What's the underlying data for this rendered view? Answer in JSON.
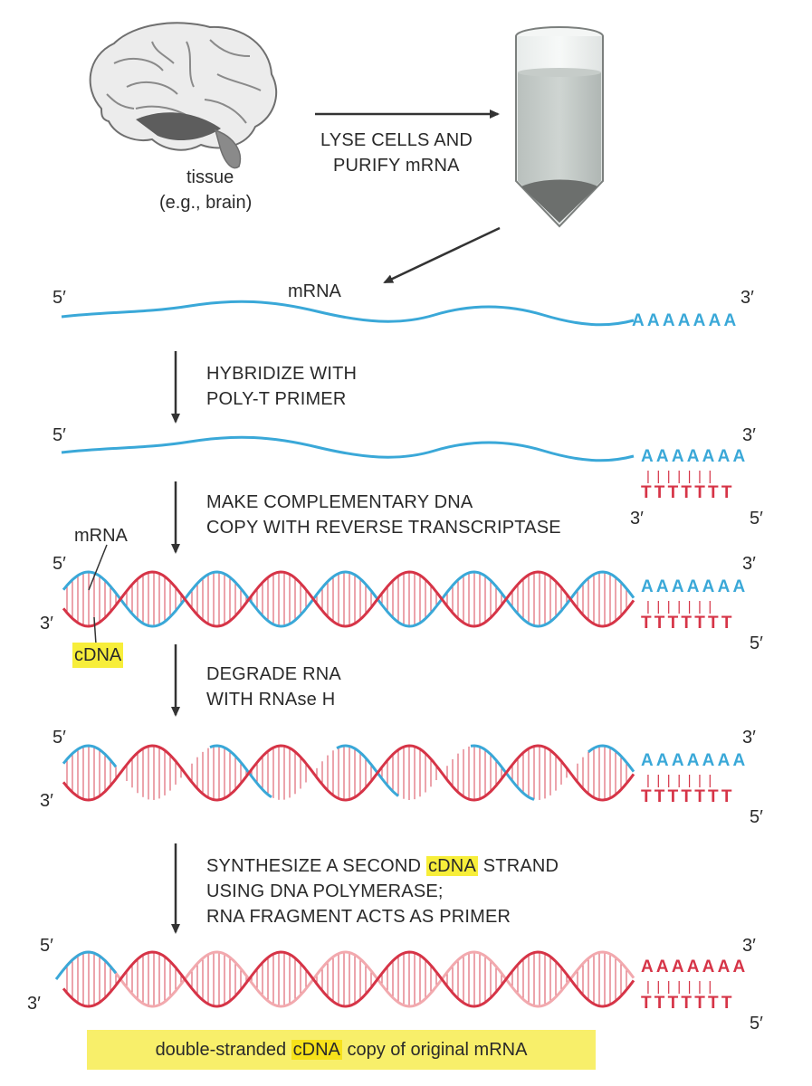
{
  "tissue": {
    "label": "tissue",
    "example": "(e.g., brain)"
  },
  "steps": {
    "lyse": [
      "LYSE CELLS AND",
      "PURIFY mRNA"
    ],
    "hybridize": [
      "HYBRIDIZE WITH",
      "POLY-T PRIMER"
    ],
    "make_copy": [
      "MAKE COMPLEMENTARY DNA",
      "COPY WITH REVERSE TRANSCRIPTASE"
    ],
    "degrade": [
      "DEGRADE RNA",
      "WITH RNAse H"
    ],
    "synthesize": {
      "line1_prefix": "SYNTHESIZE A SECOND ",
      "line1_highlight": "cDNA",
      "line1_suffix": " STRAND",
      "line2": "USING DNA POLYMERASE;",
      "line3": "RNA FRAGMENT ACTS AS PRIMER"
    }
  },
  "labels": {
    "mrna": "mRNA",
    "cdna": "cDNA",
    "five_prime": "5′",
    "three_prime": "3′",
    "poly_a": "AAAAAAA",
    "poly_t": "TTTTTTT",
    "pairs": "|||||||"
  },
  "final": {
    "prefix": "double-stranded ",
    "highlight": "cDNA",
    "suffix": " copy of original mRNA"
  },
  "colors": {
    "rna": "#3aa8d8",
    "dna": "#d63447",
    "new_dna": "#f2a9ae",
    "highlight": "#f7ee3a"
  }
}
